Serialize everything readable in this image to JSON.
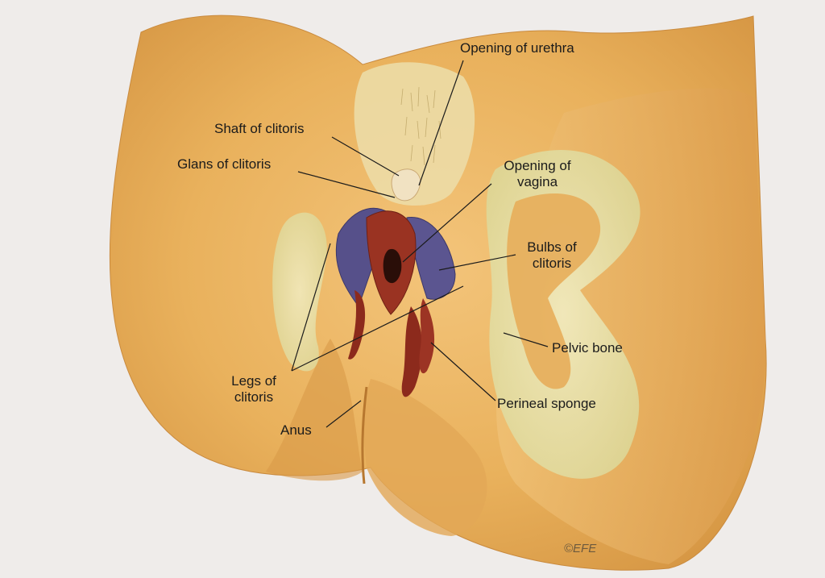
{
  "labels": {
    "opening_urethra": "Opening of urethra",
    "shaft_clitoris": "Shaft of clitoris",
    "glans_clitoris": "Glans of clitoris",
    "opening_vagina_line1": "Opening of",
    "opening_vagina_line2": "vagina",
    "bulbs_line1": "Bulbs of",
    "bulbs_line2": "clitoris",
    "pelvic_bone": "Pelvic bone",
    "legs_line1": "Legs of",
    "legs_line2": "clitoris",
    "perineal_sponge": "Perineal sponge",
    "anus": "Anus"
  },
  "copyright": "©EFE",
  "colors": {
    "background": "#efecea",
    "skin": "#e9b45f",
    "skin_shadow": "#cf8a3a",
    "bone": "#e9e6b0",
    "tissue_purple": "#5a4f86",
    "tissue_red": "#8c2a1c",
    "leader_line": "#1b1b1b"
  }
}
